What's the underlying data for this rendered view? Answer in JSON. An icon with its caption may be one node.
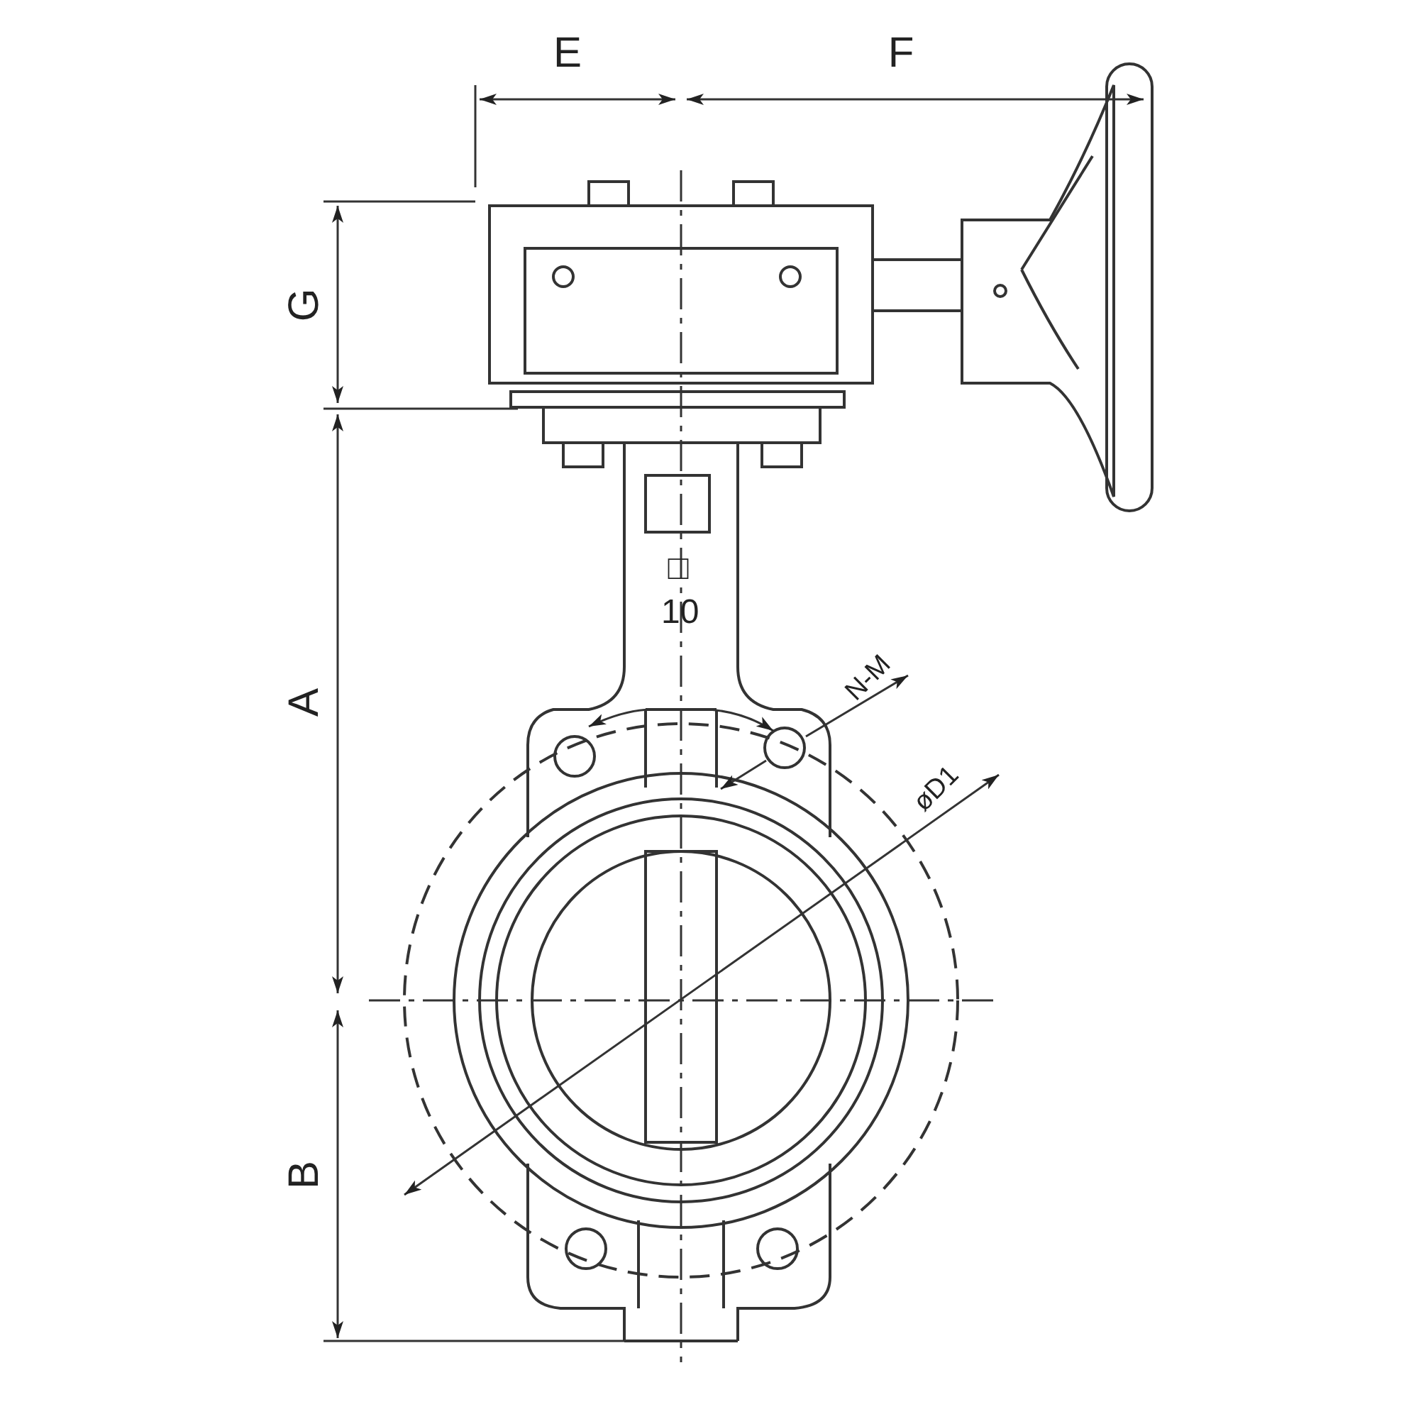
{
  "diagram": {
    "labels": [
      "E",
      "F",
      "G",
      "A",
      "□ 10",
      "N-M",
      "øD1",
      "B"
    ]
  }
}
